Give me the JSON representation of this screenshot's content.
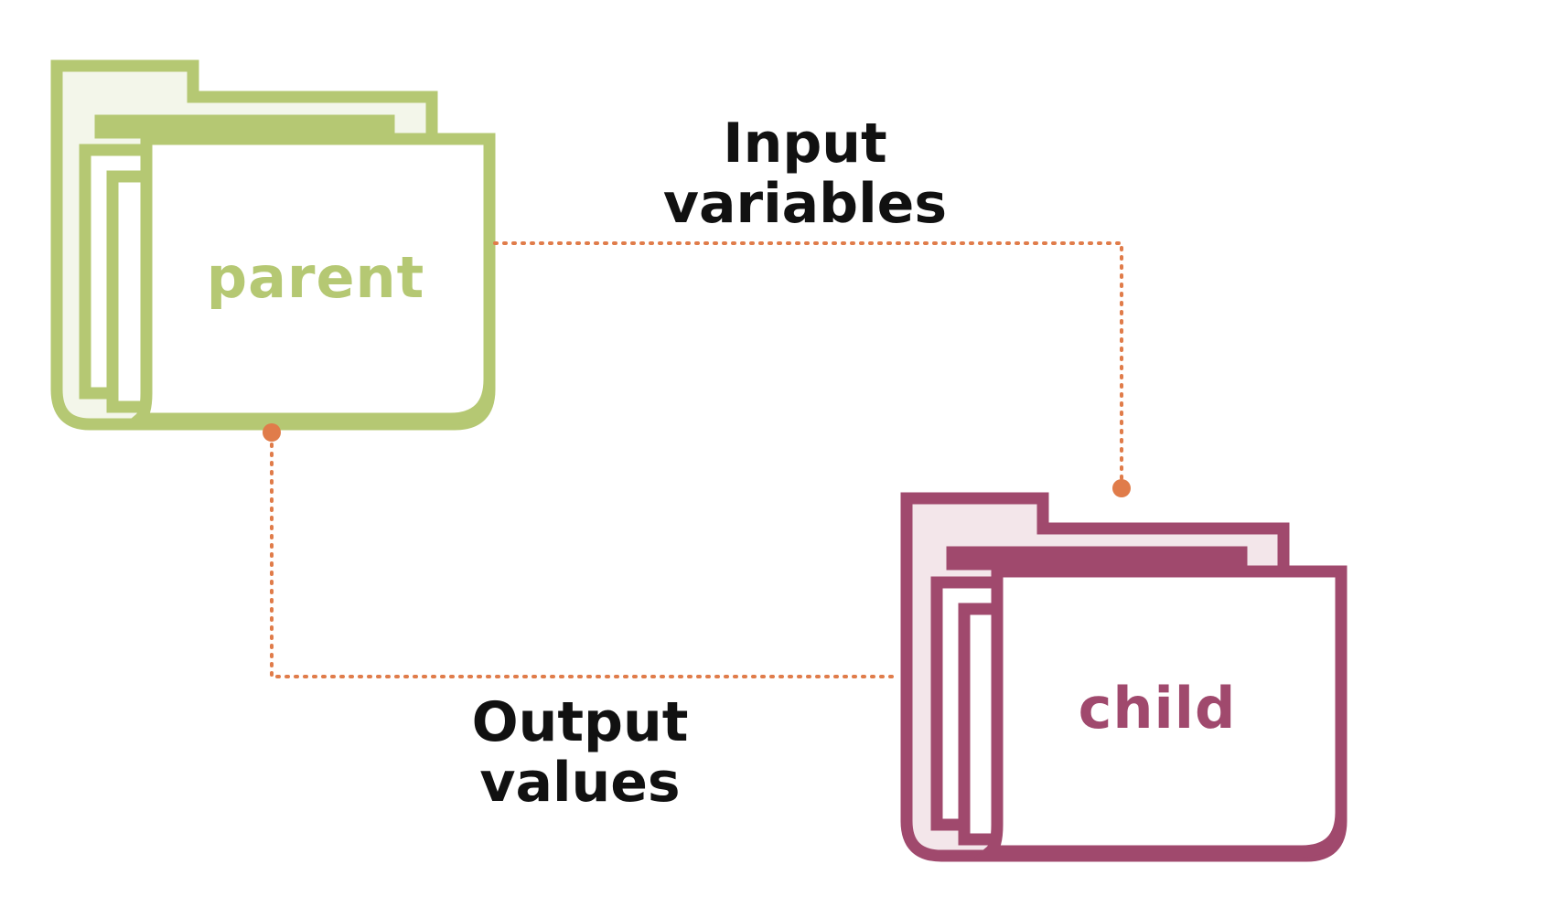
{
  "colors": {
    "parent_stroke": "#b5c873",
    "parent_fill": "#f3f6ea",
    "child_stroke": "#a0496d",
    "child_fill": "#f3e6ea",
    "connector": "#e07c4a",
    "text": "#111111"
  },
  "nodes": {
    "parent": {
      "label": "parent",
      "icon": "folder-icon"
    },
    "child": {
      "label": "child",
      "icon": "folder-icon"
    }
  },
  "edges": {
    "input": {
      "line1": "Input",
      "line2": "variables",
      "from": "parent",
      "to": "child"
    },
    "output": {
      "line1": "Output",
      "line2": "values",
      "from": "child",
      "to": "parent"
    }
  }
}
